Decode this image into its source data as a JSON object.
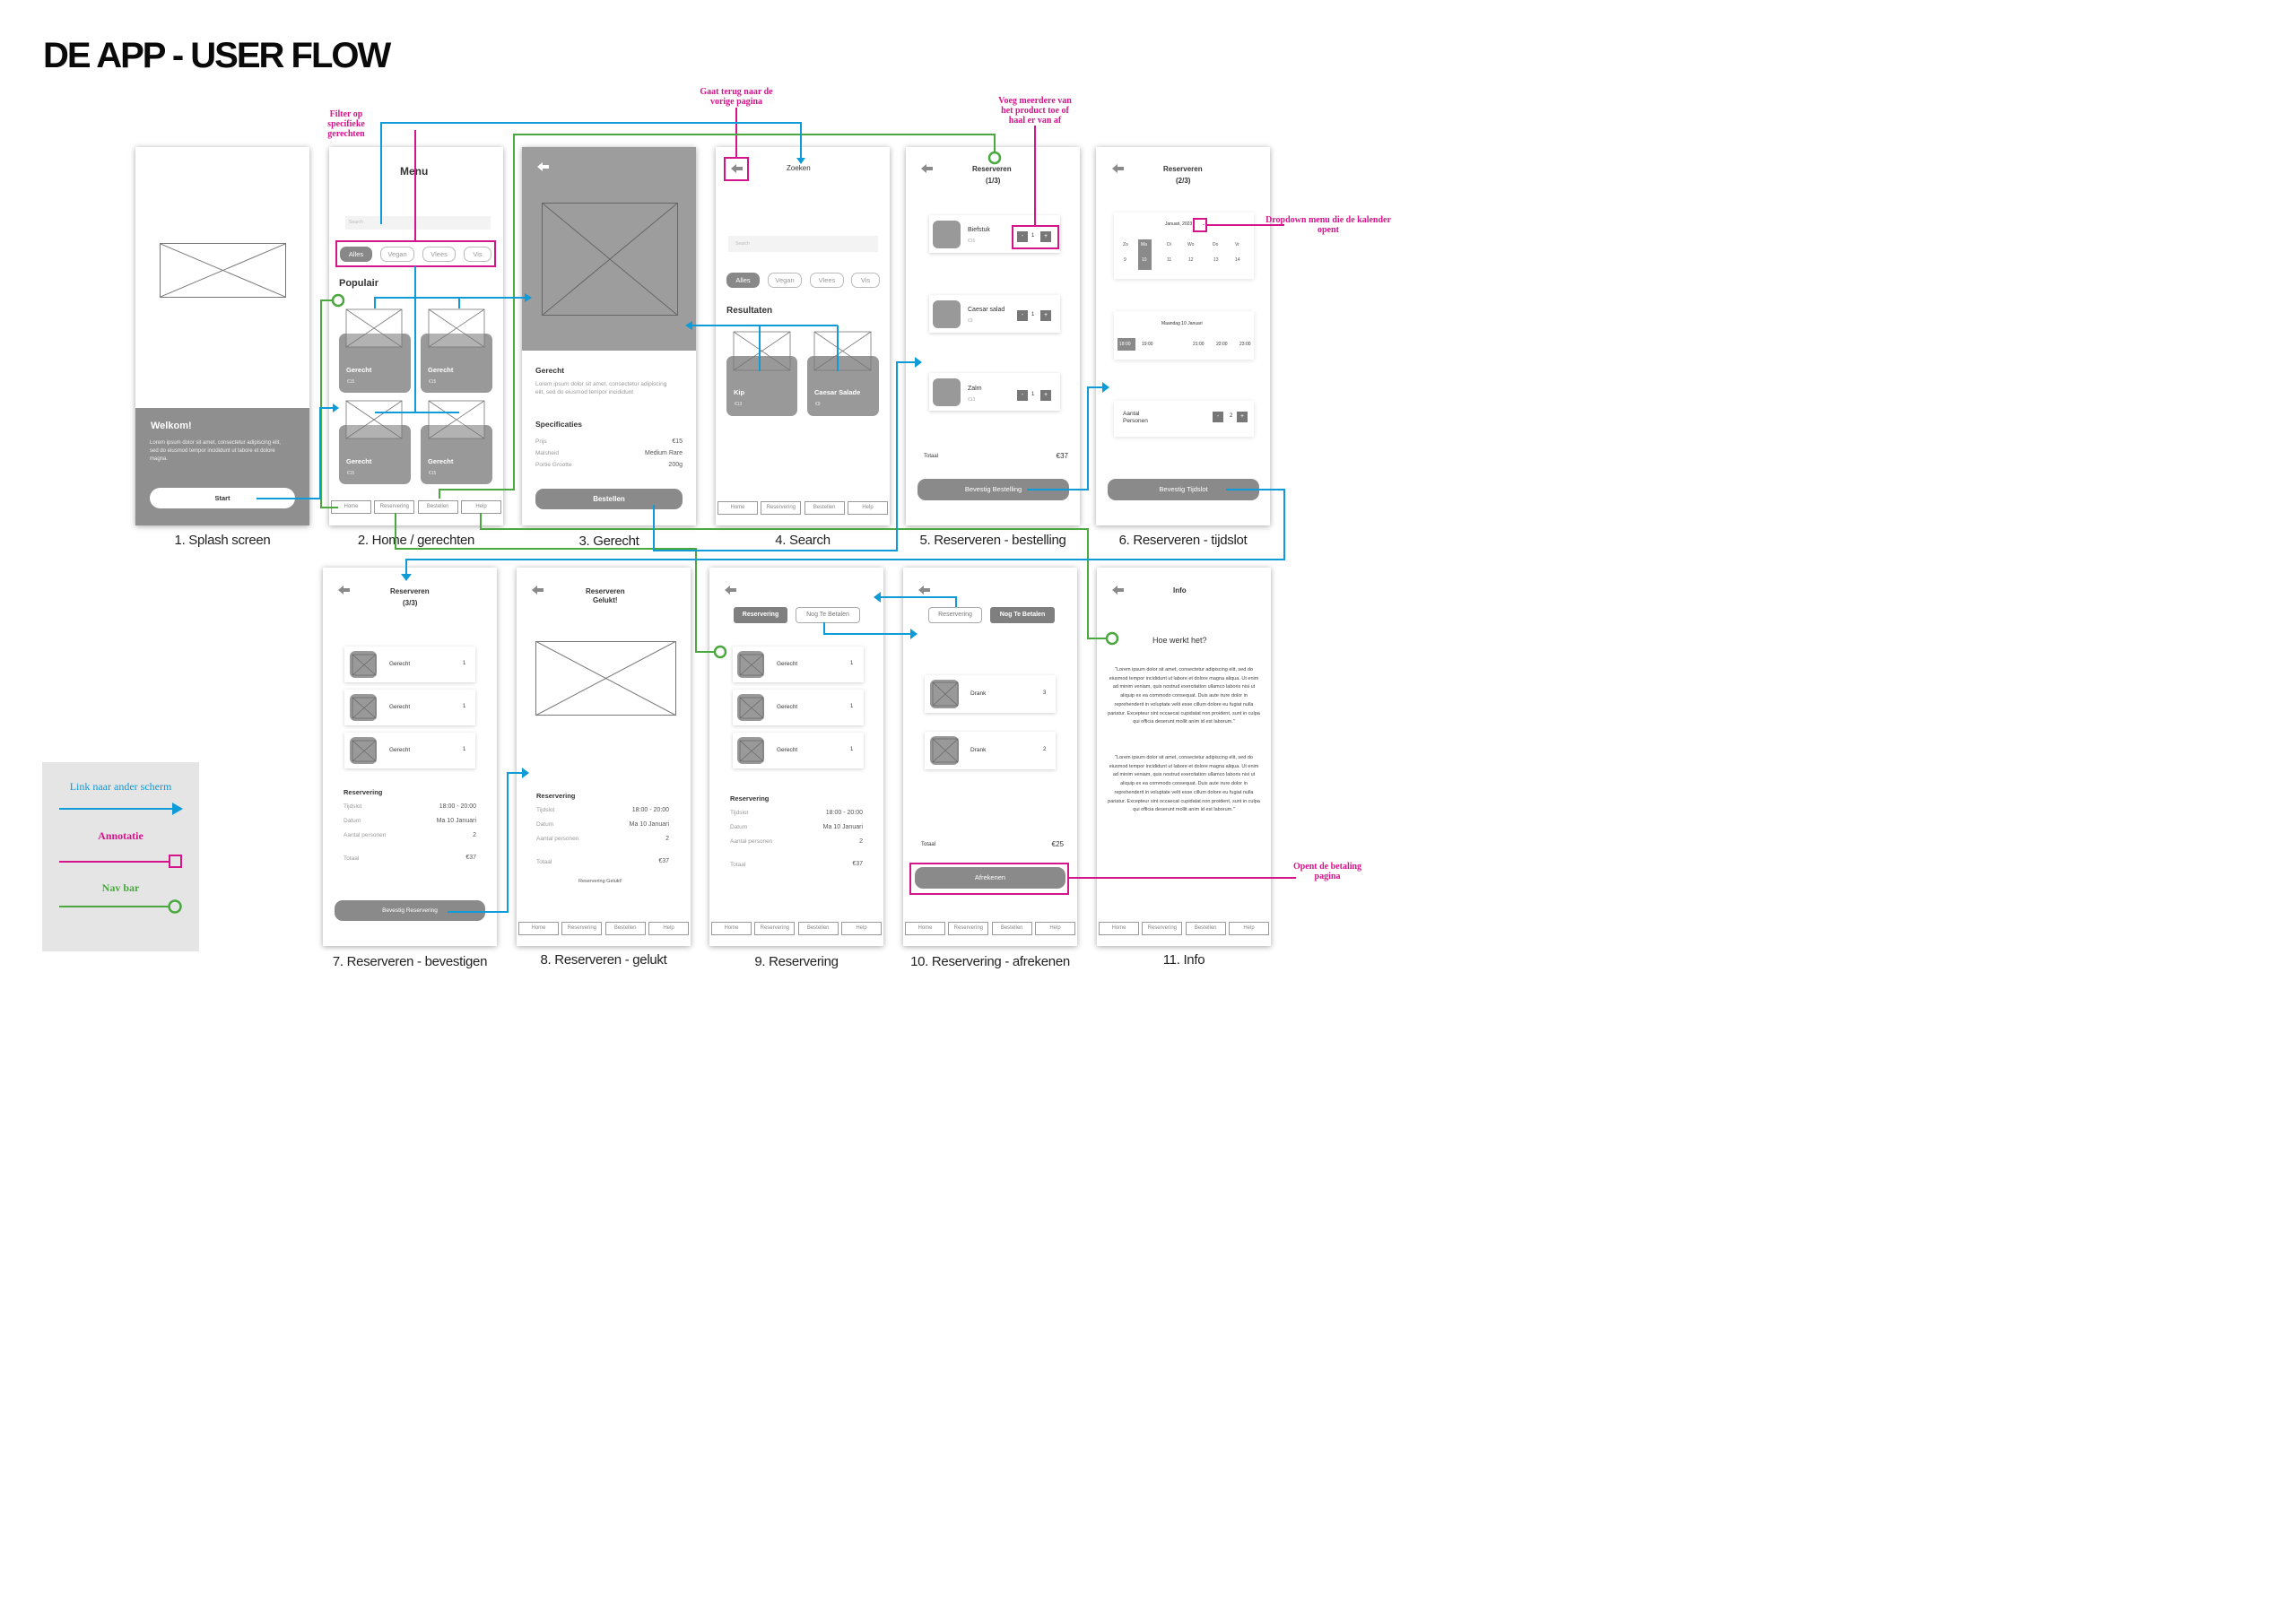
{
  "title": "DE APP - USER FLOW",
  "colors": {
    "link": "#0e9bd8",
    "annotation": "#d4148a",
    "navbar": "#4aa83f"
  },
  "annotations": {
    "filter": "Filter op specifieke gerechten",
    "back": "Gaat terug naar de vorige pagina",
    "qty": "Voeg meerdere van het product toe of haal er van af",
    "dropdown": "Dropdown menu die de kalender opent",
    "payment": "Opent de betaling pagina"
  },
  "captions": [
    "1. Splash screen",
    "2. Home / gerechten",
    "3. Gerecht",
    "4. Search",
    "5. Reserveren - bestelling",
    "6. Reserveren - tijdslot",
    "7. Reserveren - bevestigen",
    "8. Reserveren - gelukt",
    "9. Reservering",
    "10. Reservering - afrekenen",
    "11. Info"
  ],
  "nav": [
    "Home",
    "Reservering",
    "Bestellen",
    "Help"
  ],
  "filters": [
    "Alles",
    "Vegan",
    "Vlees",
    "Vis"
  ],
  "s1": {
    "welcome": "Welkom!",
    "body": "Lorem ipsum dolor sit amet, consectetur adipiscing elit, sed do eiusmod tempor incididunt ut labore et dolore magna.",
    "start": "Start"
  },
  "s2": {
    "heading": "Menu",
    "search": "Search",
    "popular": "Populair",
    "dishes": [
      {
        "name": "Gerecht",
        "price": "€15"
      },
      {
        "name": "Gerecht",
        "price": "€15"
      },
      {
        "name": "Gerecht",
        "price": "€15"
      },
      {
        "name": "Gerecht",
        "price": "€15"
      }
    ]
  },
  "s3": {
    "name": "Gerecht",
    "desc": "Lorem ipsum dolor sit amet, consectetur adipiscing elit, sed do eiusmod tempor incididunt",
    "spec": "Specificaties",
    "specs": [
      {
        "k": "Prijs",
        "v": "€15"
      },
      {
        "k": "Malsheid",
        "v": "Medium Rare"
      },
      {
        "k": "Portie Grootte",
        "v": "200g"
      }
    ],
    "order": "Bestellen"
  },
  "s4": {
    "heading": "Zoeken",
    "search": "Search",
    "results": "Resultaten",
    "items": [
      {
        "name": "Kip",
        "price": "€13"
      },
      {
        "name": "Caesar Salade",
        "price": "€9"
      }
    ]
  },
  "s5": {
    "heading": "Reserveren",
    "step": "(1/3)",
    "items": [
      {
        "name": "Biefstuk",
        "price": "€15",
        "qty": "1"
      },
      {
        "name": "Caesar salad",
        "price": "€9",
        "qty": "1"
      },
      {
        "name": "Zalm",
        "price": "€13",
        "qty": "1"
      }
    ],
    "total_label": "Totaal",
    "total": "€37",
    "confirm": "Bevestig Bestelling"
  },
  "s6": {
    "heading": "Reserveren",
    "step": "(2/3)",
    "month": "Januari, 2023",
    "days": [
      "Zo",
      "Ma",
      "Di",
      "Wo",
      "Do",
      "Vr"
    ],
    "dates": [
      "9",
      "10",
      "11",
      "12",
      "13",
      "14"
    ],
    "selected_day": "Maandag 10 Januari",
    "times": [
      "18:00",
      "19:00",
      "21:00",
      "22:00",
      "23:00"
    ],
    "persons_label": "Aantal Personen",
    "persons": "2",
    "confirm": "Bevestig Tijdslot"
  },
  "s7": {
    "heading": "Reserveren",
    "step": "(3/3)",
    "items": [
      {
        "name": "Gerecht",
        "qty": "1"
      },
      {
        "name": "Gerecht",
        "qty": "1"
      },
      {
        "name": "Gerecht",
        "qty": "1"
      }
    ],
    "res_title": "Reservering",
    "rows": [
      {
        "k": "Tijdslot",
        "v": "18:00 - 20:00"
      },
      {
        "k": "Datum",
        "v": "Ma 10 Januari"
      },
      {
        "k": "Aantal personen",
        "v": "2"
      }
    ],
    "total_label": "Totaal",
    "total": "€37",
    "confirm": "Bevestig Reservering"
  },
  "s8": {
    "heading1": "Reserveren",
    "heading2": "Gelukt!",
    "res_title": "Reservering",
    "rows": [
      {
        "k": "Tijdslot",
        "v": "18:00 - 20:00"
      },
      {
        "k": "Datum",
        "v": "Ma 10 Januari"
      },
      {
        "k": "Aantal personen",
        "v": "2"
      }
    ],
    "total_label": "Totaal",
    "total": "€37",
    "note": "Reservering Gelukt!"
  },
  "s9": {
    "tab_on": "Reservering",
    "tab_off": "Nog Te Betalen",
    "items": [
      {
        "name": "Gerecht",
        "qty": "1"
      },
      {
        "name": "Gerecht",
        "qty": "1"
      },
      {
        "name": "Gerecht",
        "qty": "1"
      }
    ],
    "res_title": "Reservering",
    "rows": [
      {
        "k": "Tijdslot",
        "v": "18:00 - 20:00"
      },
      {
        "k": "Datum",
        "v": "Ma 10 Januari"
      },
      {
        "k": "Aantal personen",
        "v": "2"
      }
    ],
    "total_label": "Totaal",
    "total": "€37"
  },
  "s10": {
    "tab_off": "Reservering",
    "tab_on": "Nog Te Betalen",
    "items": [
      {
        "name": "Drank",
        "qty": "3"
      },
      {
        "name": "Drank",
        "qty": "2"
      }
    ],
    "total_label": "Totaal",
    "total": "€25",
    "pay": "Afrekenen"
  },
  "s11": {
    "heading": "Info",
    "question": "Hoe werkt het?",
    "p1": "\"Lorem ipsum dolor sit amet, consectetur adipiscing elit, sed do eiusmod tempor incididunt ut labore et dolore magna aliqua. Ut enim ad minim veniam, quis nostrud exercitation ullamco laboris nisi ut aliquip ex ea commodo consequat. Duis aute irure dolor in reprehenderit in voluptate velit esse cillum dolore eu fugiat nulla pariatur. Excepteur sint occaecat cupidatat non proident, sunt in culpa qui officia deserunt mollit anim id est laborum.\"",
    "p2": "\"Lorem ipsum dolor sit amet, consectetur adipiscing elit, sed do eiusmod tempor incididunt ut labore et dolore magna aliqua. Ut enim ad minim veniam, quis nostrud exercitation ullamco laboris nisi ut aliquip ex ea commodo consequat. Duis aute irure dolor in reprehenderit in voluptate velit esse cillum dolore eu fugiat nulla pariatur. Excepteur sint occaecat cupidatat non proident, sunt in culpa qui officia deserunt mollit anim id est laborum.\""
  },
  "legend": {
    "link": "Link naar ander scherm",
    "annotation": "Annotatie",
    "navbar": "Nav bar"
  }
}
